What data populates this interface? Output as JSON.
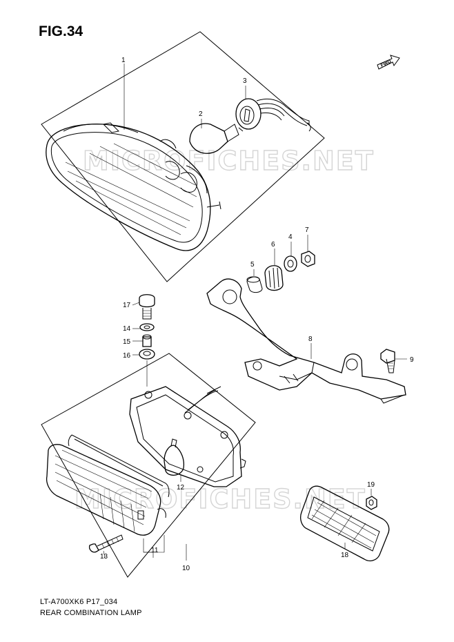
{
  "figure": {
    "title": "FIG.34",
    "code": "LT-A700XK6 P17_034",
    "name": "REAR COMBINATION LAMP"
  },
  "watermark": "MICROFICHES.NET",
  "direction_marker": {
    "label": "FWD",
    "icon": "fwd-arrow-icon"
  },
  "callouts": [
    "1",
    "2",
    "3",
    "4",
    "5",
    "6",
    "7",
    "8",
    "9",
    "10",
    "11",
    "12",
    "13",
    "14",
    "15",
    "16",
    "17",
    "18",
    "19"
  ]
}
